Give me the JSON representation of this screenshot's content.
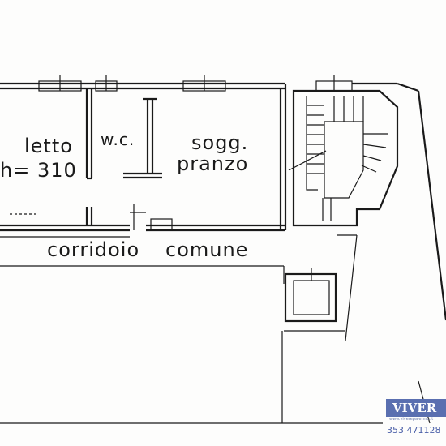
{
  "rooms": {
    "bedroom": {
      "name": "letto",
      "height_note": "h= 310"
    },
    "wc": {
      "name": "w.c."
    },
    "living": {
      "line1": "sogg.",
      "line2": "pranzo"
    }
  },
  "corridor": {
    "word1": "corridoio",
    "word2": "comune"
  },
  "watermark": {
    "brand": "VIVER",
    "site": "www.viverepalermo.it",
    "phone": "353 471128"
  }
}
